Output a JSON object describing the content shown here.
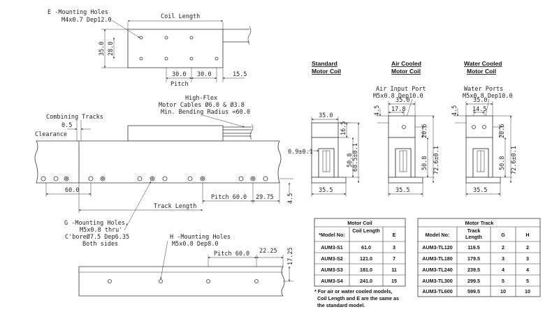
{
  "top_view": {
    "e_holes_title": "E -Mounting Holes",
    "e_holes_spec": "M4x0.7 Dep12.0",
    "coil_length": "Coil Length",
    "dim_35": "35.0",
    "dim_28": "28.0",
    "dim_30a": "30.0",
    "dim_30b": "30.0",
    "dim_155": "15.5",
    "pitch": "Pitch"
  },
  "side_view": {
    "cables_1": "High-Flex",
    "cables_2": "Motor Cables Ø6.0 & Ø3.8",
    "cables_3": "Min. Bending Radius =60.0",
    "combining": "Combining Tracks",
    "gap": "0.5",
    "clearance": "Clearance",
    "dim_60": "60.0",
    "pitch60": "Pitch 60.0",
    "dim_2975": "29.75",
    "dim_45": "4.5",
    "track_length": "Track Length",
    "g_holes_1": "G -Mounting Holes,",
    "g_holes_2": "M5x0.8 thru'",
    "g_holes_3": "C'boreØ7.5 Dep6.35",
    "g_holes_4": "Both sides"
  },
  "bottom_view": {
    "h_holes_1": "H -Mounting Holes",
    "h_holes_2": "M5x0.8 Dep8.0",
    "pitch60": "Pitch 60.0",
    "dim_2225": "22.25",
    "dim_1725": "17.25"
  },
  "sections": {
    "standard": {
      "title_1": "Standard",
      "title_2": "Motor Coil"
    },
    "air": {
      "title_1": "Air Cooled",
      "title_2": "Motor Coil",
      "port_1": "Air Input Port",
      "port_2": "M5x0.8 Dep10.0"
    },
    "water": {
      "title_1": "Water Cooled",
      "title_2": "Motor Coil",
      "port_1": "Water Ports",
      "port_2": "M5x0.8 Dep10.0"
    },
    "dims": {
      "w35": "35.0",
      "h165": "16.5",
      "h508": "50.8",
      "h685": "68.5±0.1",
      "gap09": "0.9±0.1",
      "w355": "35.5",
      "w178": "17.8",
      "h45": "4.5",
      "h206": "20.6",
      "h726": "72.6±0.1",
      "w145": "14.5"
    }
  },
  "motor_coil_table": {
    "title": "Motor Coil",
    "headers": [
      "*Model No:",
      "Coil Length",
      "E"
    ],
    "rows": [
      [
        "AUM3-S1",
        "61.0",
        "3"
      ],
      [
        "AUM3-S2",
        "121.0",
        "7"
      ],
      [
        "AUM3-S3",
        "181.0",
        "11"
      ],
      [
        "AUM3-S4",
        "241.0",
        "15"
      ]
    ],
    "note_1": "* For air or water cooled models,",
    "note_2": "Coil Length and E are the same as",
    "note_3": "the standard model."
  },
  "motor_track_table": {
    "title": "Motor Track",
    "headers": [
      "Model No:",
      "Track Length",
      "G",
      "H"
    ],
    "rows": [
      [
        "AUM3-TL120",
        "119.5",
        "2",
        "2"
      ],
      [
        "AUM3-TL180",
        "179.5",
        "3",
        "3"
      ],
      [
        "AUM3-TL240",
        "239.5",
        "4",
        "4"
      ],
      [
        "AUM3-TL300",
        "299.5",
        "5",
        "5"
      ],
      [
        "AUM3-TL600",
        "599.5",
        "10",
        "10"
      ]
    ]
  }
}
